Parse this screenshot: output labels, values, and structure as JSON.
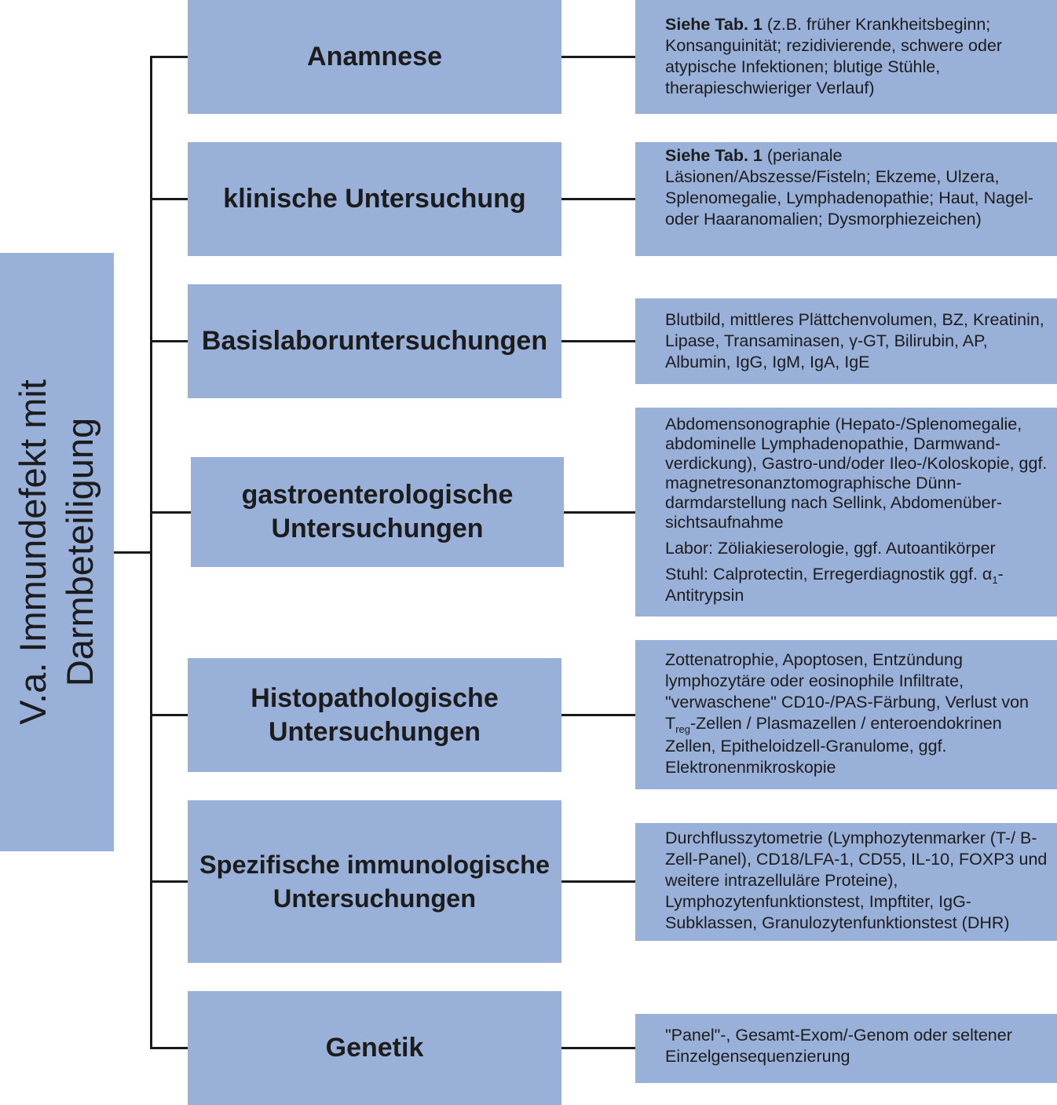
{
  "root": {
    "line1": "V.a. Immundefekt mit",
    "line2": "Darmbeteiligung"
  },
  "steps": [
    {
      "title": "Anamnese",
      "detail_bold": "Siehe Tab. 1",
      "detail": " (z.B. früher Krankheitsbeginn; Konsanguinität; rezidivierende, schwere oder atypische Infektionen; blutige Stühle, therapieschwieriger Verlauf)"
    },
    {
      "title": "klinische Untersuchung",
      "detail_bold": "Siehe Tab. 1",
      "detail": " (perianale Läsionen/Abszesse/Fisteln; Ekzeme, Ulzera, Splenomegalie, Lymphadenopathie;  Haut, Nagel- oder Haaranomalien; Dysmorphiezeichen)"
    },
    {
      "title": "Basislaboruntersuchungen",
      "detail": "Blutbild, mittleres Plättchenvolumen, BZ, Kreatinin, Lipase, Transaminasen, γ-GT, Bilirubin, AP, Albumin, IgG, IgM, IgA, IgE"
    },
    {
      "title_line1": "gastroenterologische",
      "title_line2": "Untersuchungen",
      "detail_p1": "Abdomensonographie (Hepato-/Splenomegalie, abdominelle Lymphadenopathie, Darmwand-verdickung), Gastro-und/oder Ileo-/Koloskopie, ggf. magnetresonanztomographische Dünn-darmdarstellung nach Sellink, Abdomenüber-sichtsaufnahme",
      "detail_p2": "Labor: Zöliakieserologie, ggf. Autoantikörper",
      "detail_p3_a": "Stuhl: Calprotectin, Erregerdiagnostik ggf. α",
      "detail_p3_sub": "1",
      "detail_p3_b": "-Antitrypsin"
    },
    {
      "title_line1": "Histopathologische",
      "title_line2": "Untersuchungen",
      "detail_a": "Zottenatrophie, Apoptosen, Entzündung lymphozytäre oder eosinophile Infiltrate, \"verwaschene\" CD10-/PAS-Färbung, Verlust von T",
      "detail_sub": "reg",
      "detail_b": "-Zellen / Plasmazellen / enteroendokrinen Zellen, Epitheloidzell-Granulome, ggf. Elektronenmikroskopie"
    },
    {
      "title_line1": "Spezifische immunologische",
      "title_line2": "Untersuchungen",
      "detail": "Durchflusszytometrie (Lymphozytenmarker (T-/ B-Zell-Panel), CD18/LFA-1, CD55, IL-10, FOXP3 und weitere intrazelluläre Proteine), Lymphozytenfunktionstest, Impftiter, IgG-Subklassen, Granulozytenfunktionstest (DHR)"
    },
    {
      "title": "Genetik",
      "detail": "\"Panel\"-, Gesamt-Exom/-Genom oder seltener Einzelgensequenzierung"
    }
  ]
}
